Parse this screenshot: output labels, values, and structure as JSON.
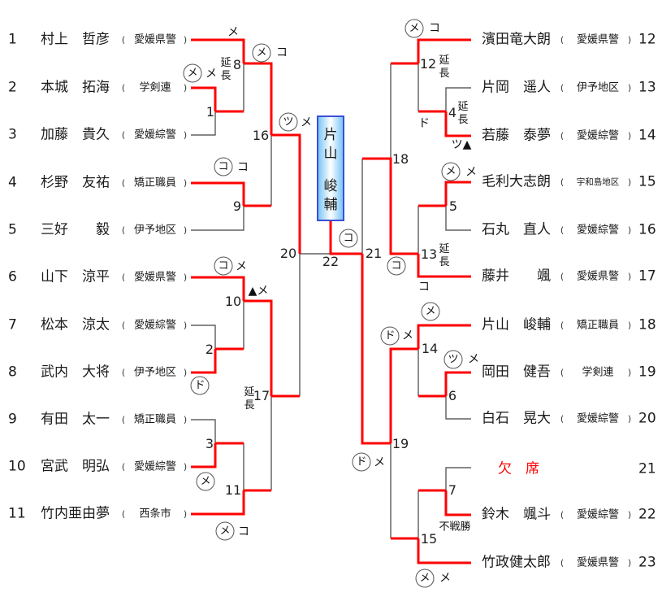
{
  "colors": {
    "winner_line": "#ff0000",
    "line": "#404040",
    "absent_text": "#ff0000",
    "champion_border": "#3a4fd8"
  },
  "paren": {
    "open": "(",
    "close": ")"
  },
  "players_left": [
    {
      "seed": "1",
      "name": "村上　哲彦",
      "affiliation": "愛媛県警"
    },
    {
      "seed": "2",
      "name": "本城　拓海",
      "affiliation": "学剣連"
    },
    {
      "seed": "3",
      "name": "加藤　貴久",
      "affiliation": "愛媛綜警"
    },
    {
      "seed": "4",
      "name": "杉野　友祐",
      "affiliation": "矯正職員"
    },
    {
      "seed": "5",
      "name": "三好　　毅",
      "affiliation": "伊予地区"
    },
    {
      "seed": "6",
      "name": "山下　涼平",
      "affiliation": "愛媛県警"
    },
    {
      "seed": "7",
      "name": "松本　涼太",
      "affiliation": "愛媛綜警"
    },
    {
      "seed": "8",
      "name": "武内　大将",
      "affiliation": "伊予地区"
    },
    {
      "seed": "9",
      "name": "有田　太一",
      "affiliation": "矯正職員"
    },
    {
      "seed": "10",
      "name": "宮武　明弘",
      "affiliation": "愛媛綜警"
    },
    {
      "seed": "11",
      "name": "竹内亜由夢",
      "affiliation": "西条市"
    }
  ],
  "players_right": [
    {
      "seed": "12",
      "name": "濱田竜大朗",
      "affiliation": "愛媛県警"
    },
    {
      "seed": "13",
      "name": "片岡　遥人",
      "affiliation": "伊予地区"
    },
    {
      "seed": "14",
      "name": "若藤　泰夢",
      "affiliation": "愛媛綜警"
    },
    {
      "seed": "15",
      "name": "毛利大志朗",
      "affiliation": "宇和島地区"
    },
    {
      "seed": "16",
      "name": "石丸　直人",
      "affiliation": "愛媛綜警"
    },
    {
      "seed": "17",
      "name": "藤井　　颯",
      "affiliation": "愛媛県警"
    },
    {
      "seed": "18",
      "name": "片山　峻輔",
      "affiliation": "矯正職員"
    },
    {
      "seed": "19",
      "name": "岡田　健吾",
      "affiliation": "学剣連"
    },
    {
      "seed": "20",
      "name": "白石　晃大",
      "affiliation": "愛媛綜警"
    },
    {
      "seed": "21",
      "name": "欠　席",
      "affiliation": ""
    },
    {
      "seed": "22",
      "name": "鈴木　颯斗",
      "affiliation": "愛媛綜警"
    },
    {
      "seed": "23",
      "name": "竹政健太郎",
      "affiliation": "愛媛県警"
    }
  ],
  "match_numbers": {
    "m1": "1",
    "m2": "2",
    "m3": "3",
    "m4": "4",
    "m5": "5",
    "m6": "6",
    "m7": "7",
    "m8": "8",
    "m9": "9",
    "m10": "10",
    "m11": "11",
    "m12": "12",
    "m13": "13",
    "m14": "14",
    "m15": "15",
    "m16": "16",
    "m17": "17",
    "m18": "18",
    "m19": "19",
    "m20": "20",
    "m21": "21",
    "m22": "22"
  },
  "labels": {
    "extension": "延長",
    "walkover": "不戦勝"
  },
  "annotations": [
    "メ",
    "メ",
    "コ",
    "メ",
    "メ",
    "ツ",
    "メ",
    "コ",
    "コ",
    "コ",
    "メ",
    "▲メ",
    "ド",
    "メ",
    "メ",
    "コ",
    "コ",
    "メ",
    "コ",
    "ド",
    "ツ▲",
    "メ",
    "メ",
    "コ",
    "コ",
    "メ",
    "ド",
    "メ",
    "ツ",
    "メ",
    "ド",
    "メ",
    "メ",
    "メ"
  ],
  "champion": {
    "family_name": "片山",
    "given_name": "峻輔"
  }
}
